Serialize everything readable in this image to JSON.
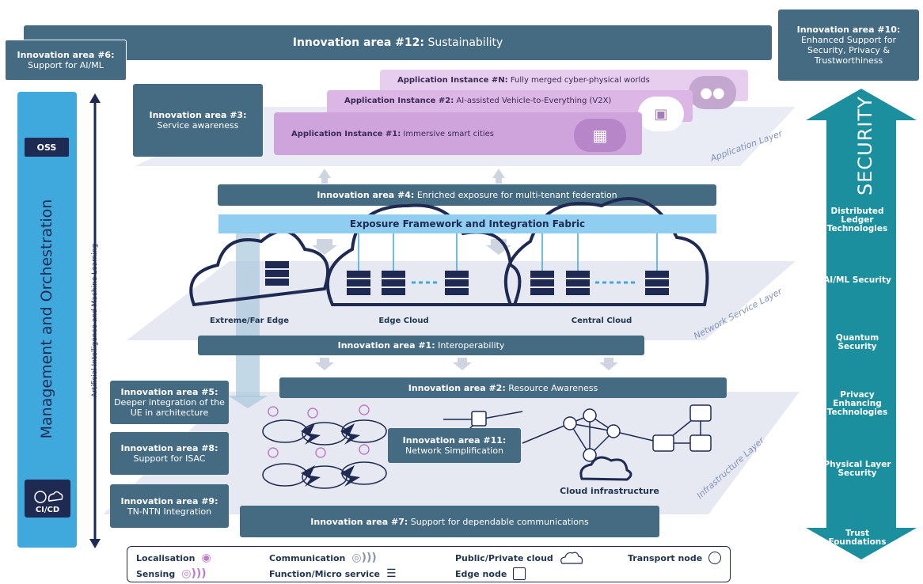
{
  "top_banner": {
    "prefix": "Innovation area #12:",
    "text": "Sustainability"
  },
  "ia6": {
    "prefix": "Innovation area #6:",
    "text": "Support for AI/ML"
  },
  "ia10": {
    "prefix": "Innovation area #10:",
    "text": "Enhanced Support for Security, Privacy & Trustworthiness"
  },
  "ia3": {
    "prefix": "Innovation area #3:",
    "text": "Service awareness"
  },
  "applications": [
    {
      "prefix": "Application Instance #N:",
      "text": "Fully merged cyber-physical worlds"
    },
    {
      "prefix": "Application Instance #2:",
      "text": "AI-assisted Vehicle-to-Everything (V2X)"
    },
    {
      "prefix": "Application Instance #1:",
      "text": "Immersive smart cities"
    }
  ],
  "application_layer": "Application Layer",
  "ia4": {
    "prefix": "Innovation area #4:",
    "text": "Enriched exposure for multi-tenant federation"
  },
  "exposure_framework": "Exposure Framework and Integration Fabric",
  "clouds": {
    "extreme": "Extreme/Far Edge",
    "edge": "Edge Cloud",
    "central": "Central Cloud"
  },
  "network_service_layer": "Network Service Layer",
  "ia1": {
    "prefix": "Innovation area #1:",
    "text": "Interoperability"
  },
  "ia2": {
    "prefix": "Innovation area #2:",
    "text": "Resource Awareness"
  },
  "ia5": {
    "prefix": "Innovation area #5:",
    "text": "Deeper integration of the UE in architecture"
  },
  "ia8": {
    "prefix": "Innovation area #8:",
    "text": "Support for ISAC"
  },
  "ia9": {
    "prefix": "Innovation area #9:",
    "text": "TN-NTN Integration"
  },
  "ia11": {
    "prefix": "Innovation area #11:",
    "text": "Network Simplification"
  },
  "ia7": {
    "prefix": "Innovation area #7:",
    "text": "Support for dependable communications"
  },
  "cloud_infrastructure": "Cloud infrastructure",
  "infrastructure_layer": "Infrastructure Layer",
  "management": {
    "title": "Management and Orchestration",
    "oss": "OSS",
    "cicd": "CI/CD"
  },
  "ai_ml_axis": "Artificial Intelligence and Machine Learning",
  "security": {
    "title": "SECURITY",
    "items": [
      "Distributed Ledger Technologies",
      "AI/ML Security",
      "Quantum Security",
      "Privacy Enhancing Technologies",
      "Physical Layer Security",
      "Trust Foundations"
    ]
  },
  "legend": {
    "localisation": "Localisation",
    "sensing": "Sensing",
    "communication": "Communication",
    "function": "Function/Micro service",
    "cloud": "Public/Private cloud",
    "edge_node": "Edge node",
    "transport_node": "Transport node"
  },
  "colors": {
    "box": "#456b82",
    "mgmt": "#3fa9dd",
    "security": "#1b8f9d",
    "exposure": "#8fcef0",
    "app": "#d6b2e0"
  }
}
